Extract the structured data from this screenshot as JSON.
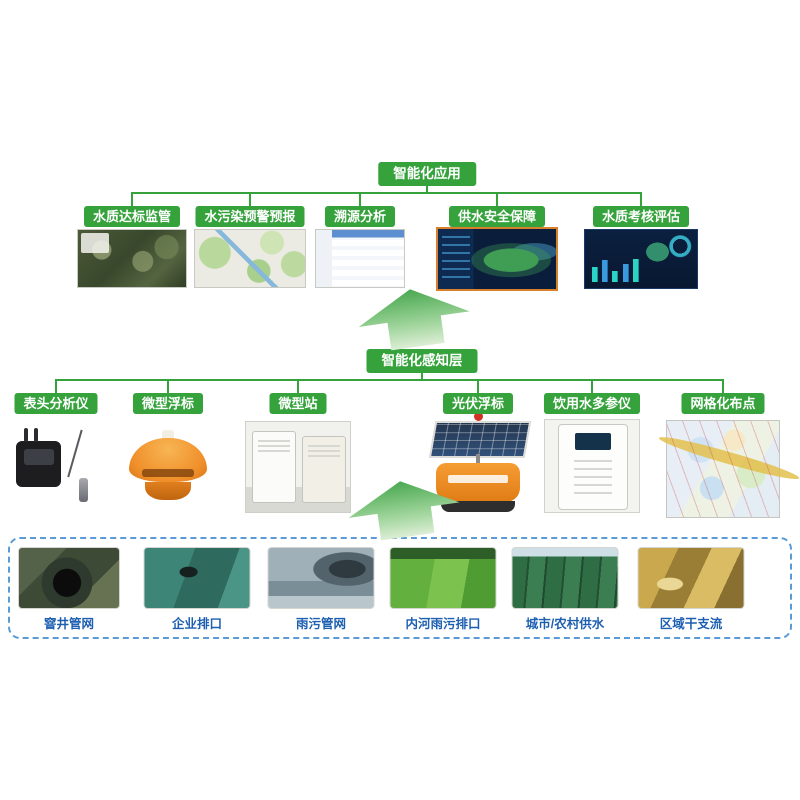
{
  "diagram": {
    "top": {
      "title": "智能化应用",
      "items": [
        {
          "label": "水质达标监管",
          "image": "satellite-map-screenshot"
        },
        {
          "label": "水污染预警预报",
          "image": "city-map-screenshot"
        },
        {
          "label": "溯源分析",
          "image": "analysis-report-screenshot"
        },
        {
          "label": "供水安全保障",
          "image": "water-supply-dashboard-screenshot"
        },
        {
          "label": "水质考核评估",
          "image": "assessment-dashboard-screenshot"
        }
      ]
    },
    "middle": {
      "title": "智能化感知层",
      "items": [
        {
          "label": "表头分析仪",
          "image": "portable-analyzer-photo"
        },
        {
          "label": "微型浮标",
          "image": "micro-buoy-photo"
        },
        {
          "label": "微型站",
          "image": "micro-station-photo"
        },
        {
          "label": "光伏浮标",
          "image": "solar-buoy-photo"
        },
        {
          "label": "饮用水多参仪",
          "image": "multi-parameter-instrument-photo"
        },
        {
          "label": "网格化布点",
          "image": "grid-layout-map-photo"
        }
      ]
    },
    "bottom": {
      "items": [
        {
          "label": "窨井管网",
          "image": "manhole-network-photo"
        },
        {
          "label": "企业排口",
          "image": "enterprise-outlet-photo"
        },
        {
          "label": "雨污管网",
          "image": "rain-sewage-pipe-photo"
        },
        {
          "label": "内河雨污排口",
          "image": "inland-river-outlet-photo"
        },
        {
          "label": "城市/农村供水",
          "image": "urban-rural-water-supply-photo"
        },
        {
          "label": "区域干支流",
          "image": "regional-river-branches-photo"
        }
      ]
    },
    "colors": {
      "node_green": "#35a23c",
      "connector_green": "#35a23c",
      "label_blue": "#1d5fb0",
      "dashed_border_blue": "#5b9bd5",
      "highlight_orange_border": "#d9802c"
    }
  }
}
